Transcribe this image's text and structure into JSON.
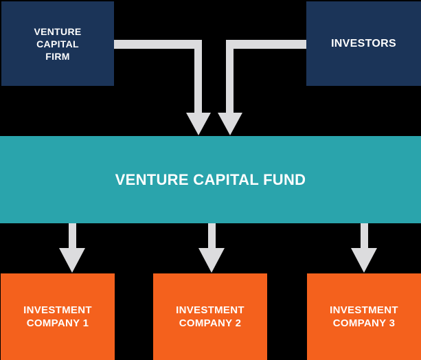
{
  "colors": {
    "background": "#000000",
    "navy": "#1b3458",
    "teal": "#2aa4ac",
    "orange": "#f4611d",
    "arrow": "#dcdcde",
    "text": "#ffffff"
  },
  "diagram": {
    "nodes": {
      "venture_capital_firm": {
        "label": "VENTURE CAPITAL FIRM",
        "lines": [
          "VENTURE",
          "CAPITAL",
          "FIRM"
        ]
      },
      "investors": {
        "label": "INVESTORS",
        "lines": [
          "INVESTORS"
        ]
      },
      "venture_capital_fund": {
        "label": "VENTURE CAPITAL FUND",
        "lines": [
          "VENTURE CAPITAL FUND"
        ]
      },
      "investment_company_1": {
        "label": "INVESTMENT COMPANY 1",
        "lines": [
          "INVESTMENT",
          "COMPANY 1"
        ]
      },
      "investment_company_2": {
        "label": "INVESTMENT COMPANY 2",
        "lines": [
          "INVESTMENT",
          "COMPANY 2"
        ]
      },
      "investment_company_3": {
        "label": "INVESTMENT COMPANY 3",
        "lines": [
          "INVESTMENT",
          "COMPANY 3"
        ]
      }
    },
    "edges": [
      {
        "from": "venture_capital_firm",
        "to": "venture_capital_fund"
      },
      {
        "from": "investors",
        "to": "venture_capital_fund"
      },
      {
        "from": "venture_capital_fund",
        "to": "investment_company_1"
      },
      {
        "from": "venture_capital_fund",
        "to": "investment_company_2"
      },
      {
        "from": "venture_capital_fund",
        "to": "investment_company_3"
      }
    ]
  }
}
